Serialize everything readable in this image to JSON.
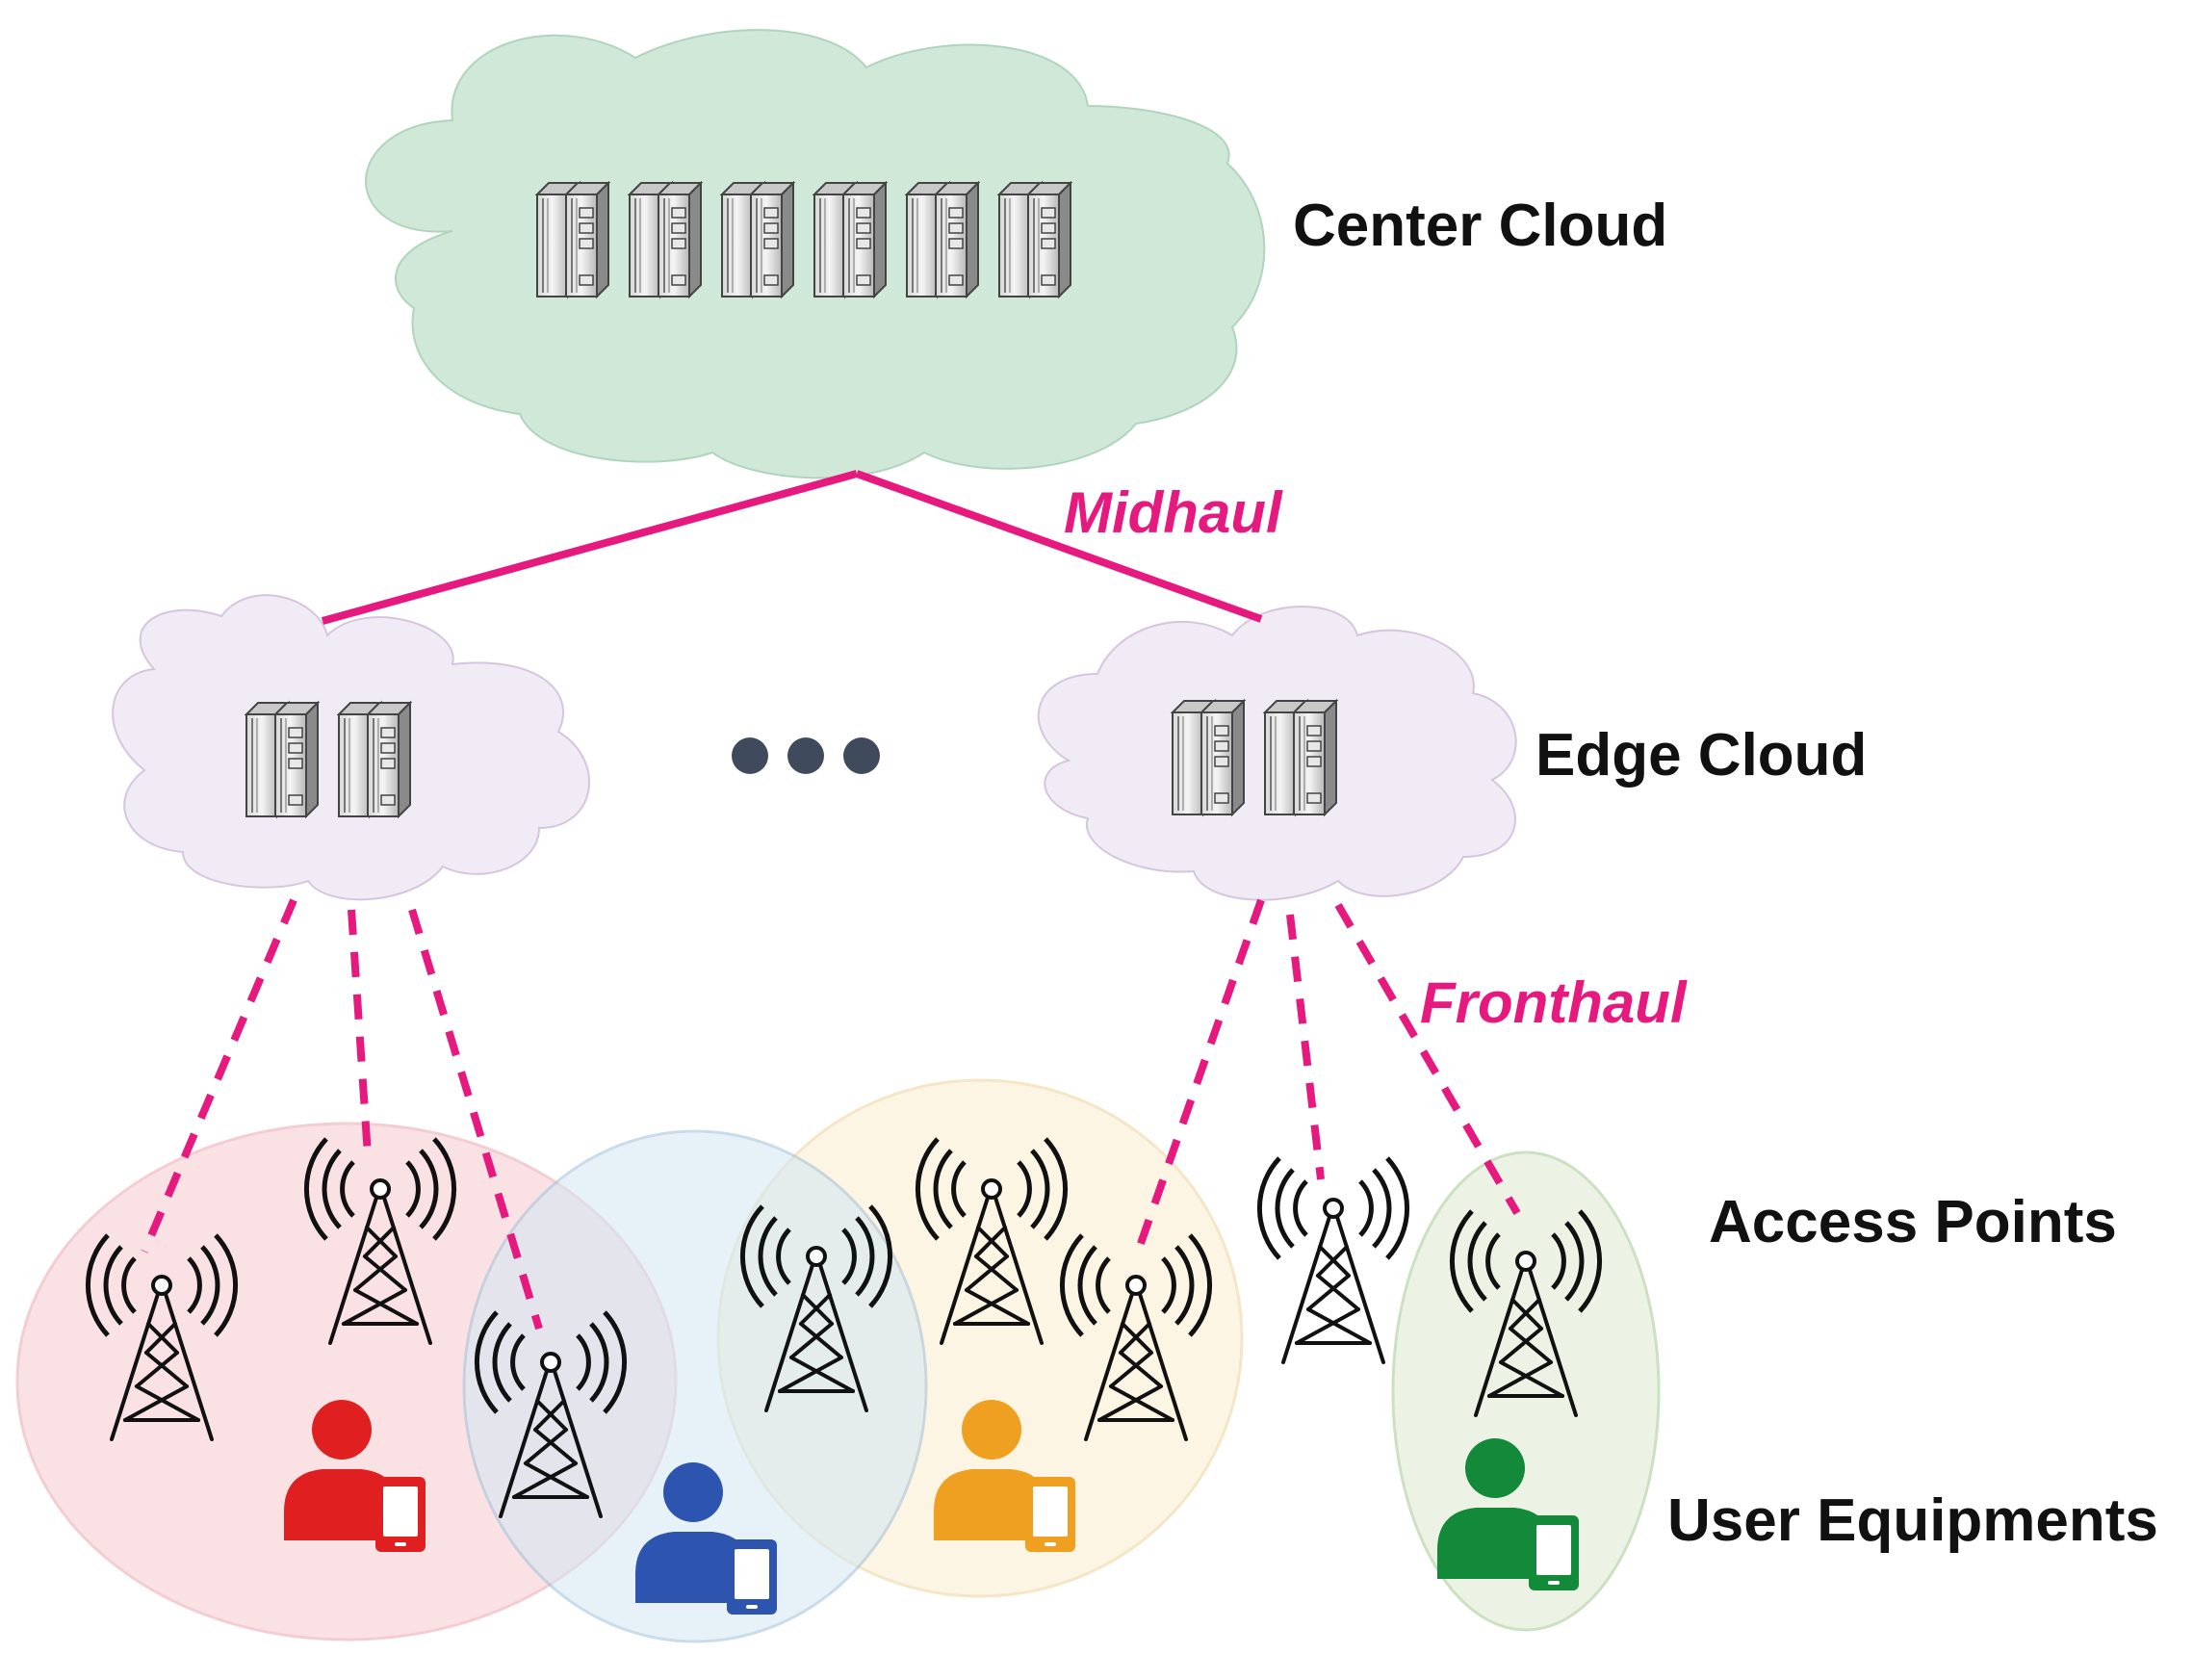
{
  "labels": {
    "center_cloud": "Center Cloud",
    "edge_cloud": "Edge Cloud",
    "access_points": "Access Points",
    "user_equipments": "User Equipments",
    "midhaul": "Midhaul",
    "fronthaul": "Fronthaul"
  },
  "colors": {
    "link": "#e6197f",
    "center_cloud_fill": "#cfe8d8",
    "edge_cloud_fill": "#f1ebf5",
    "ellipsis": "#3f4a5c"
  },
  "coverage_areas": [
    {
      "name": "red-coverage",
      "fill": "#f8d6da",
      "stroke": "#f0b8bf"
    },
    {
      "name": "blue-coverage",
      "fill": "#d3e8f4",
      "stroke": "#9fbfd8"
    },
    {
      "name": "yellow-coverage",
      "fill": "#fdf1d8",
      "stroke": "#f0dcb0"
    },
    {
      "name": "green-coverage",
      "fill": "#e6f0dc",
      "stroke": "#bcd6ae"
    }
  ],
  "user_equipments": [
    {
      "name": "red-user",
      "color": "#e02020"
    },
    {
      "name": "blue-user",
      "color": "#2d55b0"
    },
    {
      "name": "orange-user",
      "color": "#f0a020"
    },
    {
      "name": "green-user",
      "color": "#138a3a"
    }
  ],
  "icons": {
    "server": "server-rack-icon",
    "tower": "antenna-tower-icon",
    "user": "user-with-phone-icon"
  }
}
